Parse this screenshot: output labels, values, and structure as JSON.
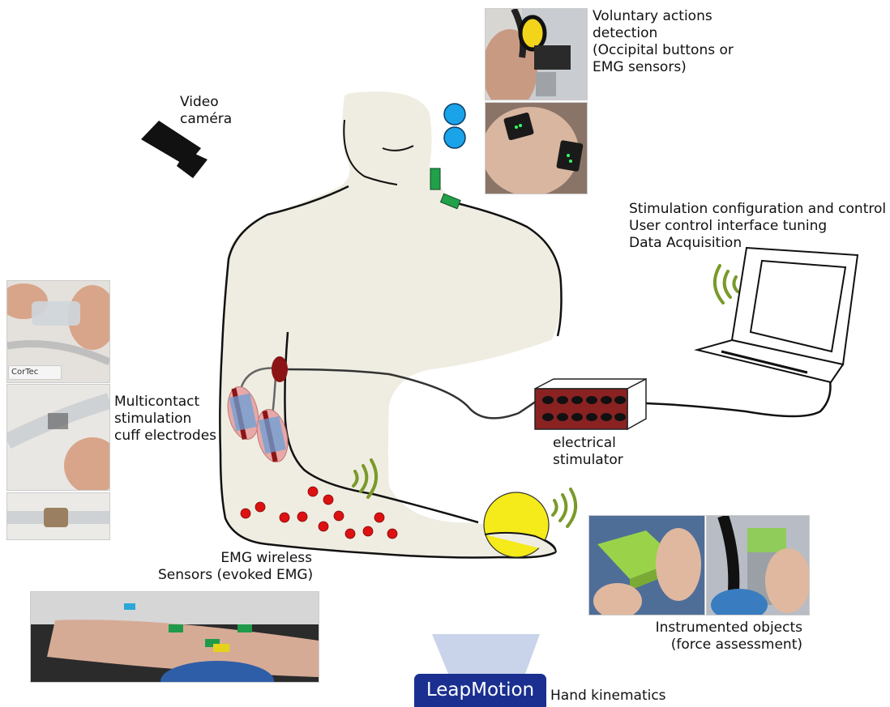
{
  "labels": {
    "voluntary": [
      "Voluntary actions",
      "detection",
      "(Occipital buttons or",
      "EMG sensors)"
    ],
    "video": [
      "Video",
      "caméra"
    ],
    "stim_config": [
      "Stimulation configuration and control",
      "User control interface tuning",
      "Data Acquisition"
    ],
    "multicontact": [
      "Multicontact",
      "stimulation",
      "cuff electrodes"
    ],
    "electrical": [
      "electrical",
      "stimulator"
    ],
    "emg": [
      "EMG wireless",
      "Sensors (evoked EMG)"
    ],
    "instrumented": [
      "Instrumented objects",
      "(force assessment)"
    ],
    "leapmotion": "LeapMotion",
    "hand_kinematics": "Hand kinematics",
    "cortec": "CorTec"
  },
  "colors": {
    "body_fill": "#efede2",
    "body_stroke": "#111111",
    "occipital_buttons": "#1aa3e8",
    "emg_sensor_green": "#22a04a",
    "cuff_red": "#8b1515",
    "emg_dot_red": "#dd1111",
    "stimulator_box": "#8a2222",
    "ball_yellow": "#f5ea1a",
    "wireless_green": "#7a9a2a",
    "leap_blue": "#1a2f8f",
    "leap_beam": "#c9d4ea"
  },
  "icons": [
    "video-camera-icon",
    "laptop-icon",
    "wireless-signal-icon",
    "stimulator-icon",
    "ball-icon"
  ]
}
